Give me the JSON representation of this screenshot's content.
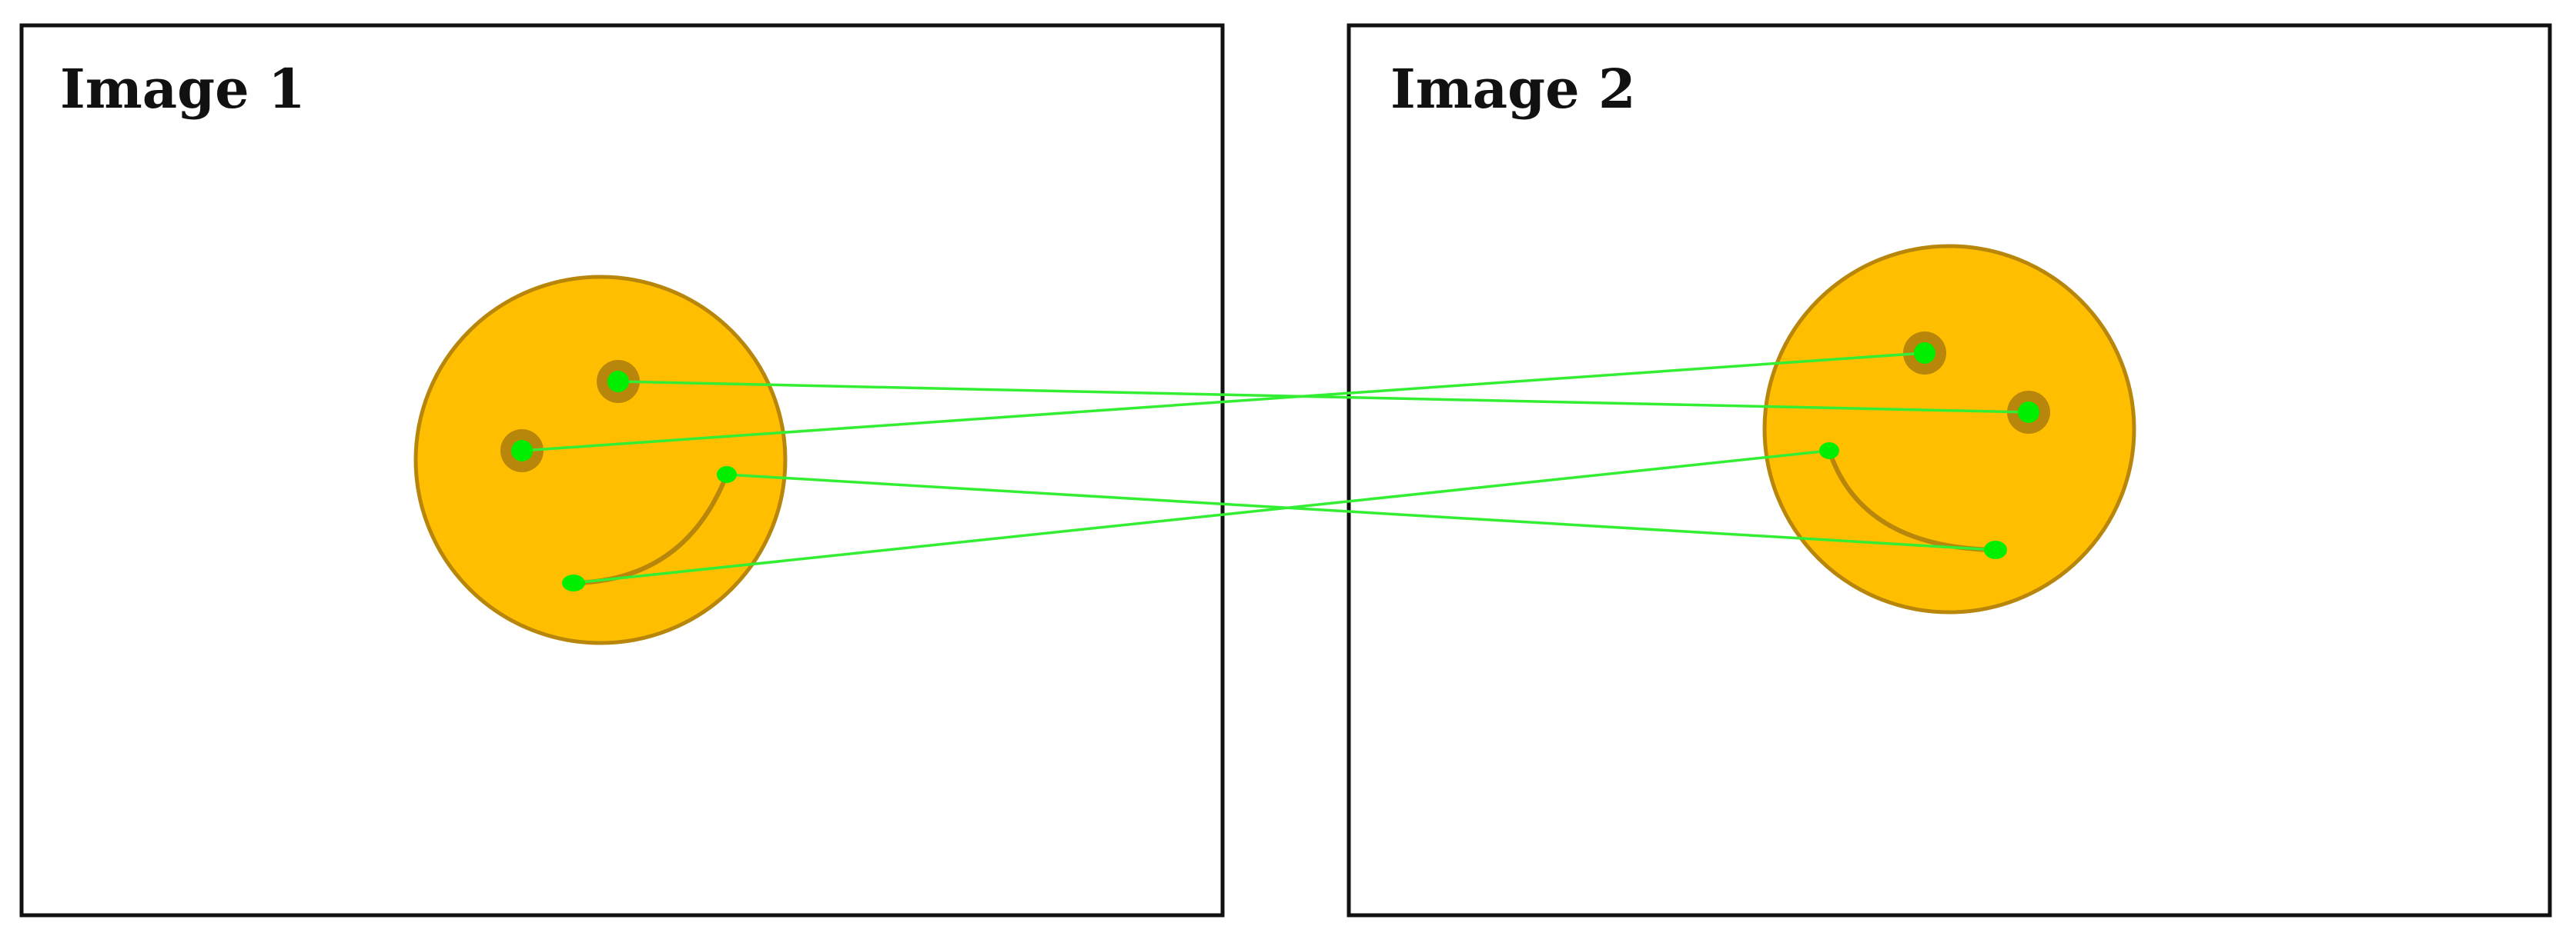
{
  "panels": [
    {
      "id": "image-1",
      "title": "Image 1"
    },
    {
      "id": "image-2",
      "title": "Image 2"
    }
  ],
  "colors": {
    "face_fill": "#FFBF00",
    "face_stroke": "#B8860B",
    "eye_ring": "#B8860B",
    "mouth_stroke": "#B8860B",
    "keypoint": "#00EE00",
    "match_line": "#33EE33",
    "frame_stroke": "#111111"
  },
  "matches": [
    {
      "from": "image-1-right-eye",
      "to": "image-2-right-eye"
    },
    {
      "from": "image-1-left-eye",
      "to": "image-2-left-eye"
    },
    {
      "from": "image-1-mouth-right",
      "to": "image-2-mouth-right"
    },
    {
      "from": "image-1-mouth-left",
      "to": "image-2-mouth-left"
    }
  ]
}
